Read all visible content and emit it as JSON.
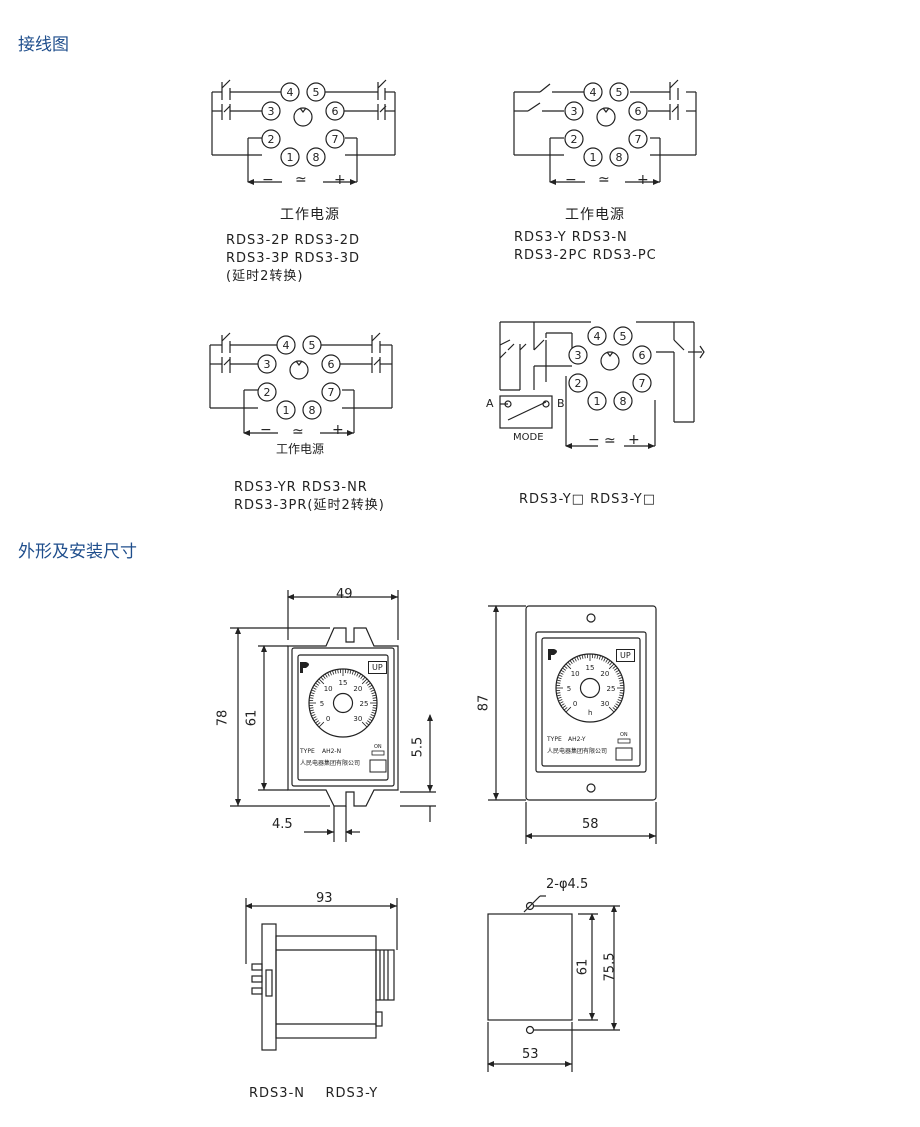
{
  "sections": {
    "wiring_title": "接线图",
    "dims_title": "外形及安装尺寸"
  },
  "wiring": {
    "power_label": "工作电源",
    "power_symbols": {
      "minus": "−",
      "ac": "≃",
      "plus": "+"
    },
    "pins": [
      "4",
      "5",
      "3",
      "6",
      "2",
      "7",
      "1",
      "8"
    ],
    "d1": {
      "lines": [
        "RDS3-2P   RDS3-2D",
        "RDS3-3P   RDS3-3D",
        "(延时2转换)"
      ]
    },
    "d2": {
      "lines": [
        "RDS3-Y     RDS3-N",
        "RDS3-2PC   RDS3-PC"
      ]
    },
    "d3": {
      "lines": [
        "RDS3-YR   RDS3-NR",
        "RDS3-3PR(延时2转换)"
      ]
    },
    "d4": {
      "lines": [
        "RDS3-Y□   RDS3-Y□"
      ],
      "mode_label": "MODE",
      "a_label": "A",
      "b_label": "B"
    }
  },
  "dims": {
    "front1": {
      "width": "49",
      "height_outer": "78",
      "height_inner": "61",
      "slot": "5.5",
      "bottom": "4.5"
    },
    "front2": {
      "width": "58",
      "height": "87"
    },
    "side": {
      "width": "93"
    },
    "back": {
      "holes": "2-φ4.5",
      "width": "53",
      "h_inner": "61",
      "h_outer": "75.5"
    },
    "relay_face": {
      "up_label": "UP",
      "dial_numbers": [
        "0",
        "5",
        "10",
        "15",
        "20",
        "25",
        "30"
      ],
      "type_label": "TYPE",
      "model_label": "AH2-N",
      "model_label2": "AH2-Y",
      "unit_label": "h",
      "on_label": "ON",
      "company": "人民电器集团有限公司"
    },
    "models_label": "RDS3-N    RDS3-Y"
  }
}
